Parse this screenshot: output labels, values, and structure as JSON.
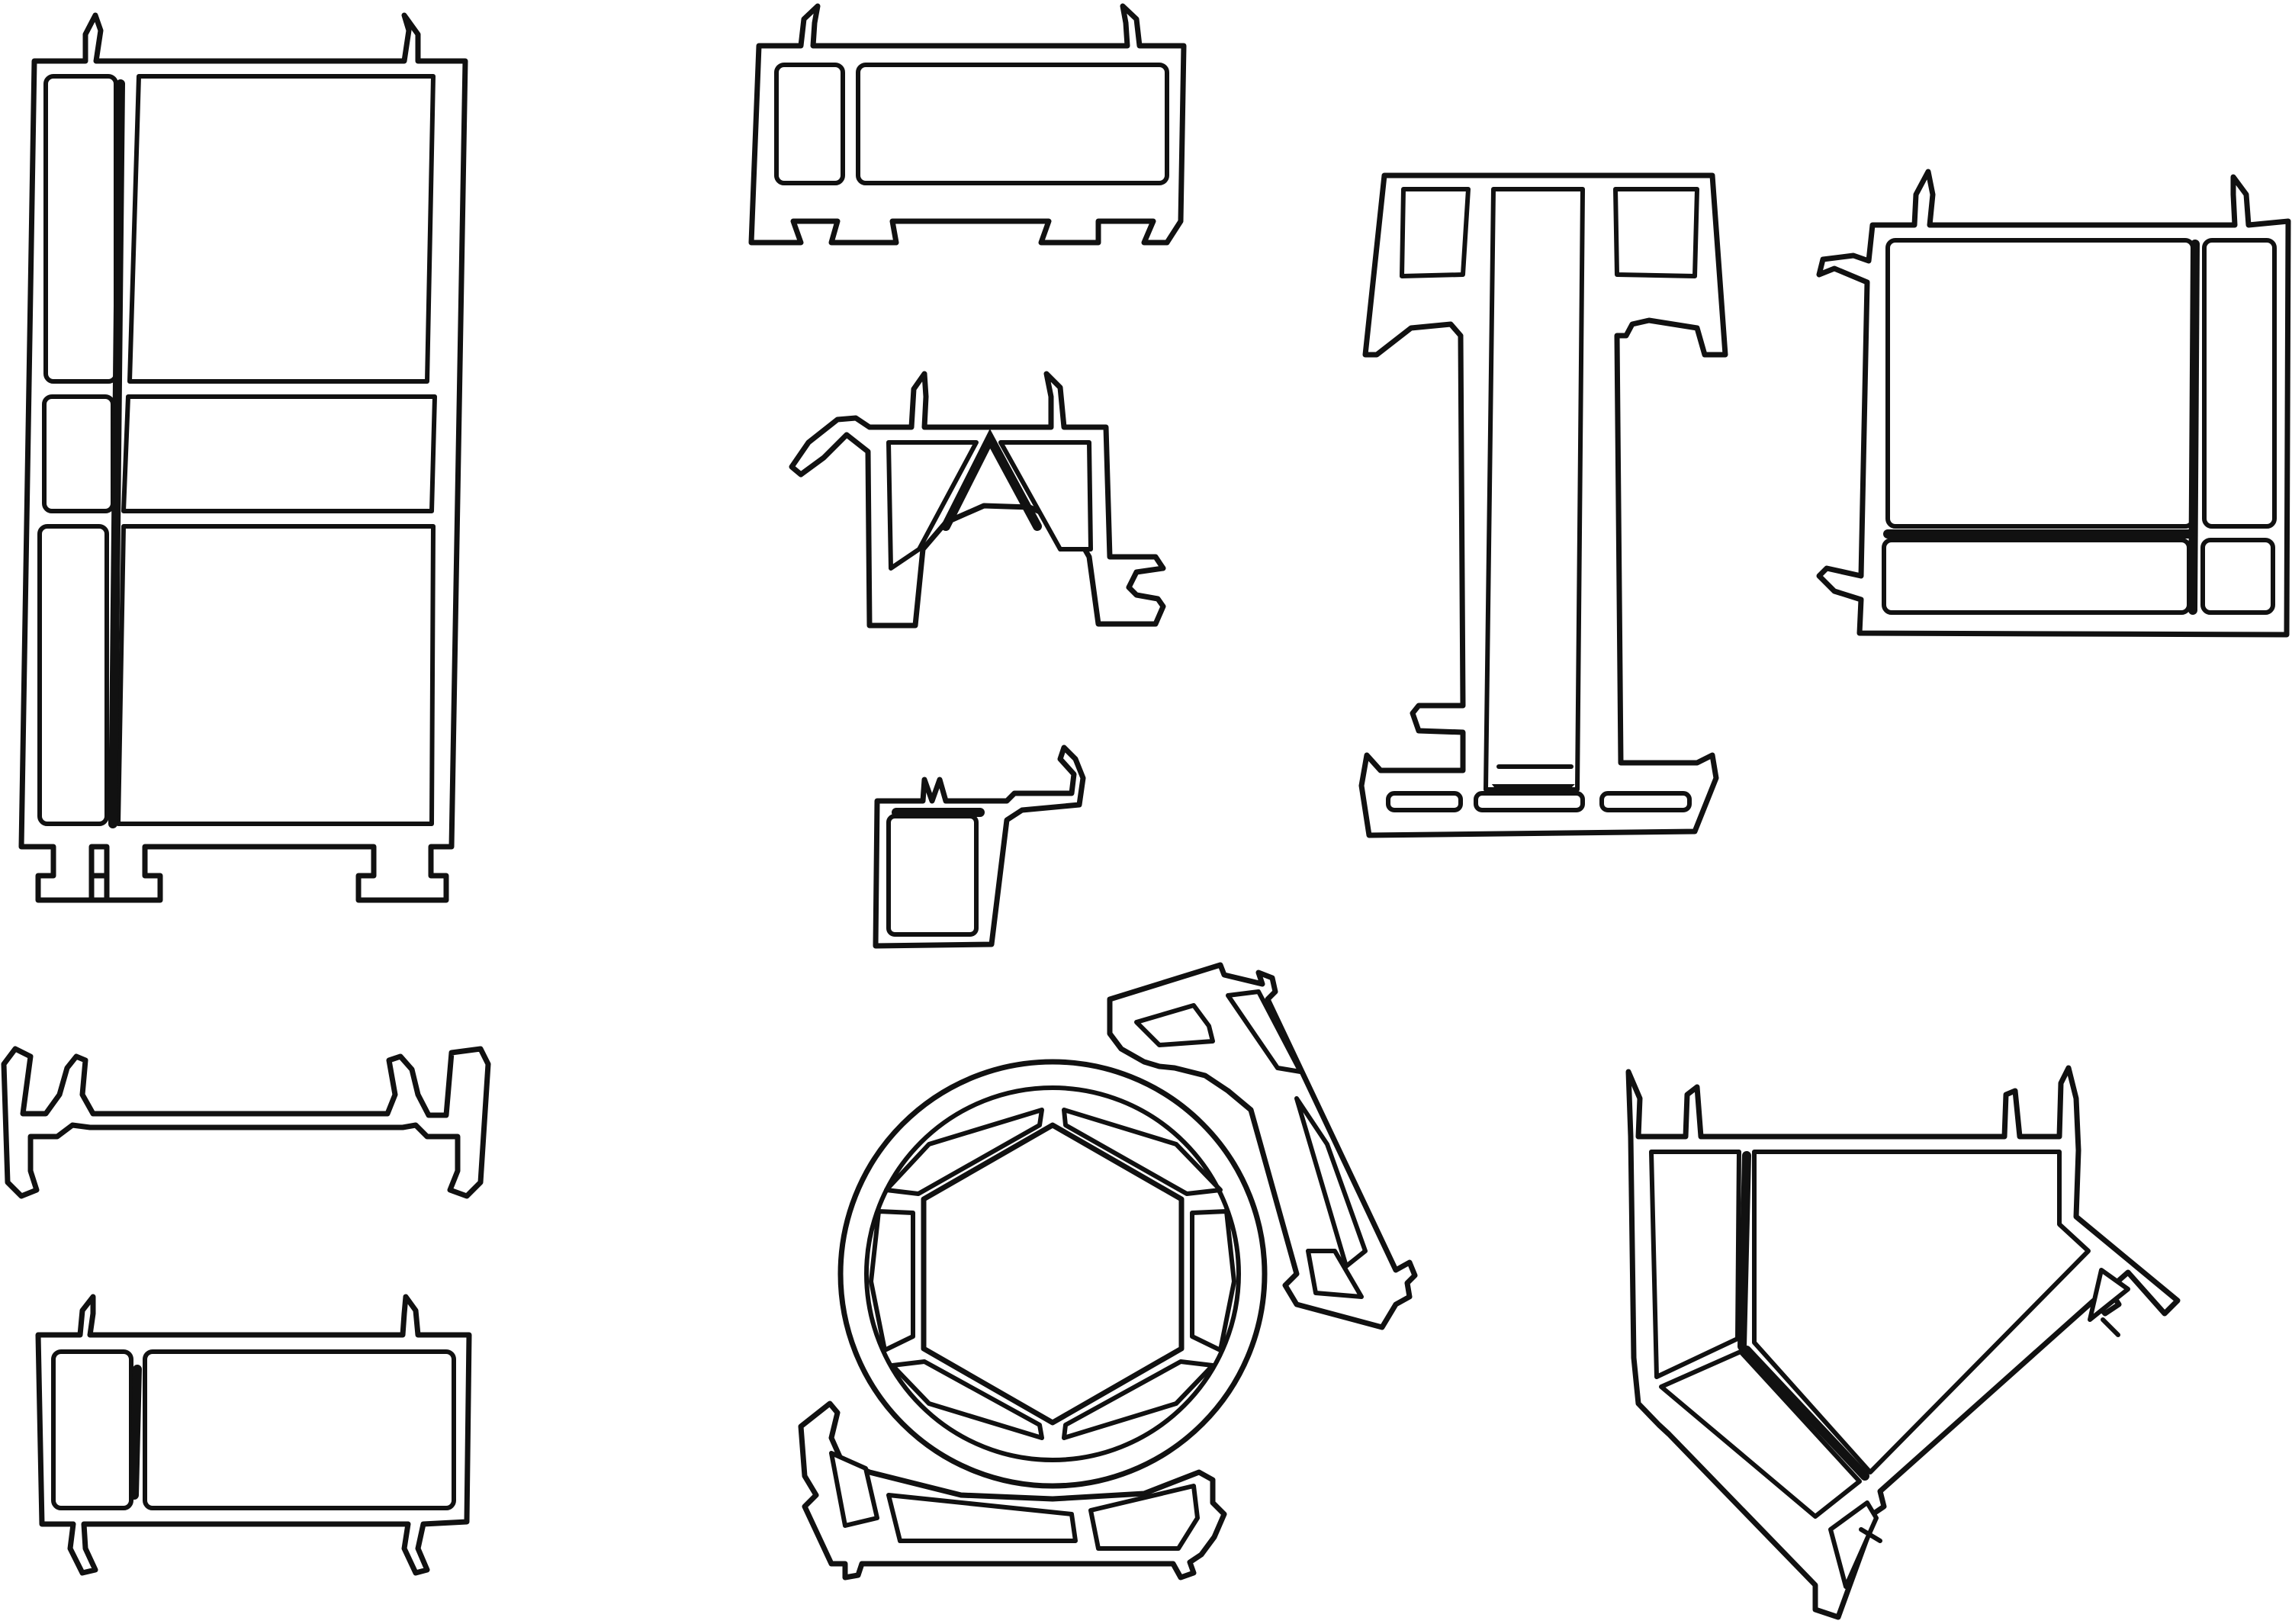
{
  "figure": {
    "kind": "window-frame-profile-cross-sections",
    "background_color": "#ffffff",
    "line_color": "#111111",
    "profiles": [
      {
        "name": "tall-triple-chamber-frame"
      },
      {
        "name": "sash-profile-top"
      },
      {
        "name": "t-mullion-profile"
      },
      {
        "name": "square-corner-frame"
      },
      {
        "name": "glazing-bead-profile"
      },
      {
        "name": "small-bead-profile"
      },
      {
        "name": "h-coupling-profile"
      },
      {
        "name": "twin-chamber-frame"
      },
      {
        "name": "round-hexagon-coupling-profile"
      },
      {
        "name": "angled-bay-frame"
      }
    ]
  }
}
